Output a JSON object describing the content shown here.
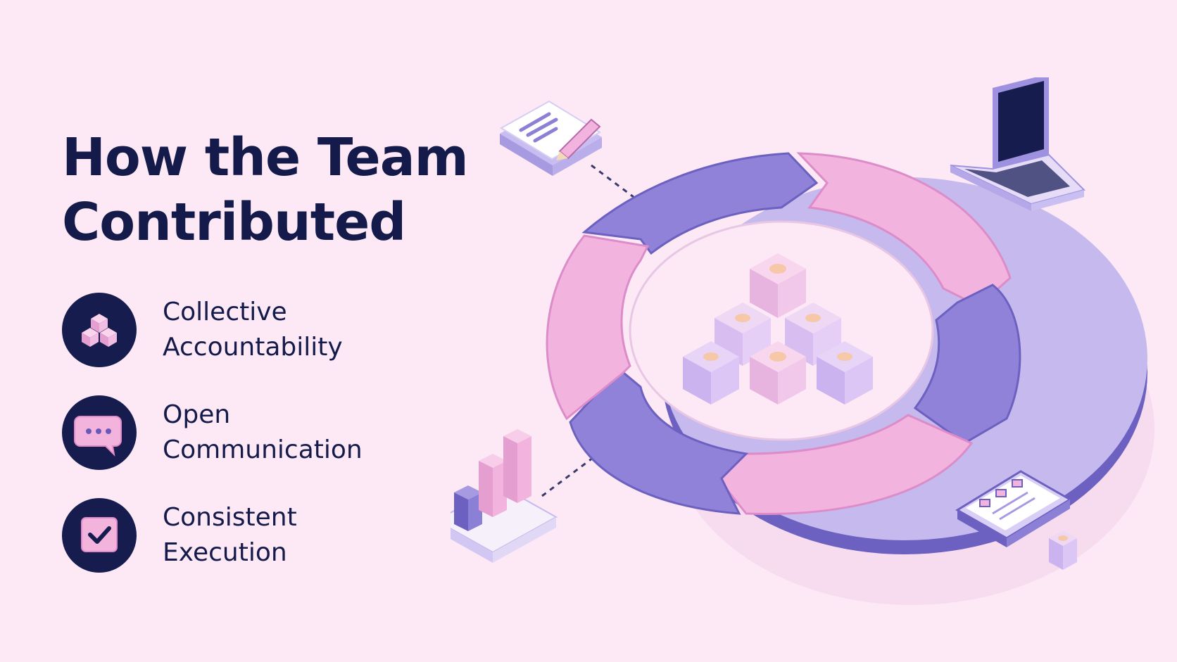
{
  "title": {
    "line1": "How the Team",
    "line2": "Contributed"
  },
  "features": [
    {
      "line1": "Collective",
      "line2": "Accountability",
      "icon": "cubes-icon"
    },
    {
      "line1": "Open",
      "line2": "Communication",
      "icon": "chat-bubble-icon"
    },
    {
      "line1": "Consistent",
      "line2": "Execution",
      "icon": "checkbox-icon"
    }
  ],
  "colors": {
    "background": "#fce9f5",
    "navy": "#141a4a",
    "purple": "#8b7fd6",
    "purple_dark": "#5b4fb0",
    "pink": "#f0afd9",
    "pink_dark": "#d989c4",
    "cube_light": "#e7cdef"
  },
  "diagram": {
    "segments": [
      "purple",
      "pink",
      "purple",
      "pink",
      "purple",
      "pink"
    ],
    "center": "stacked-blocks-icon",
    "satellites": [
      "notepad-pencil-icon",
      "laptop-icon",
      "bar-chart-icon",
      "checklist-tablet-icon"
    ]
  }
}
